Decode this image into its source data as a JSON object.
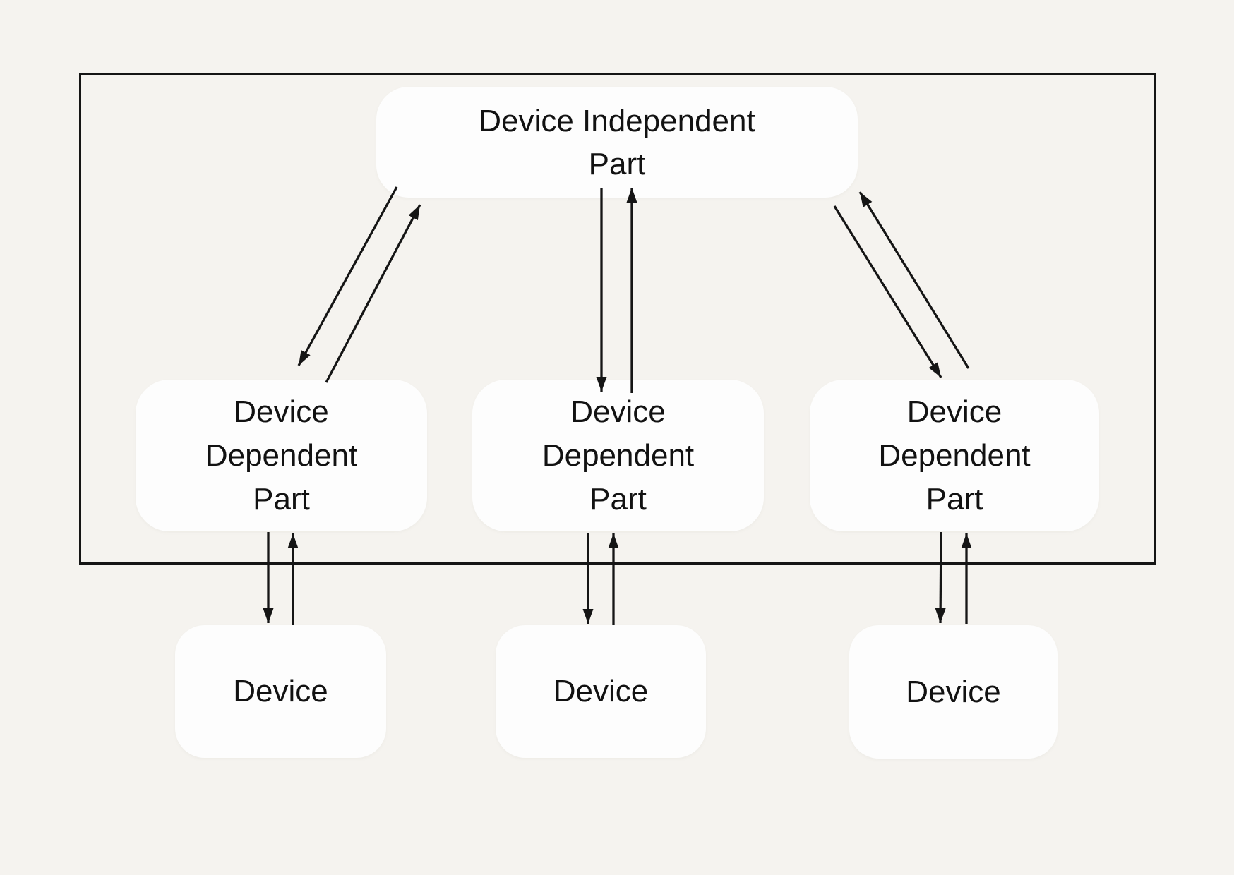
{
  "diagram": {
    "title_hint": "Device driver architecture diagram",
    "colors": {
      "background": "#f5f3ef",
      "node_fill": "#fdfdfd",
      "line": "#151515"
    },
    "nodes": {
      "independent": {
        "lines": [
          "Device Independent",
          "Part"
        ]
      },
      "dependent_left": {
        "lines": [
          "Device",
          "Dependent",
          "Part"
        ]
      },
      "dependent_middle": {
        "lines": [
          "Device",
          "Dependent",
          "Part"
        ]
      },
      "dependent_right": {
        "lines": [
          "Device",
          "Dependent",
          "Part"
        ]
      },
      "device_left": {
        "lines": [
          "Device"
        ]
      },
      "device_middle": {
        "lines": [
          "Device"
        ]
      },
      "device_right": {
        "lines": [
          "Device"
        ]
      }
    },
    "arrows": [
      {
        "from": "independent",
        "to": "dependent_left",
        "direction": "bidirectional-pair"
      },
      {
        "from": "independent",
        "to": "dependent_middle",
        "direction": "bidirectional-pair"
      },
      {
        "from": "independent",
        "to": "dependent_right",
        "direction": "bidirectional-pair"
      },
      {
        "from": "dependent_left",
        "to": "device_left",
        "direction": "bidirectional-pair"
      },
      {
        "from": "dependent_middle",
        "to": "device_middle",
        "direction": "bidirectional-pair"
      },
      {
        "from": "dependent_right",
        "to": "device_right",
        "direction": "bidirectional-pair"
      }
    ]
  }
}
